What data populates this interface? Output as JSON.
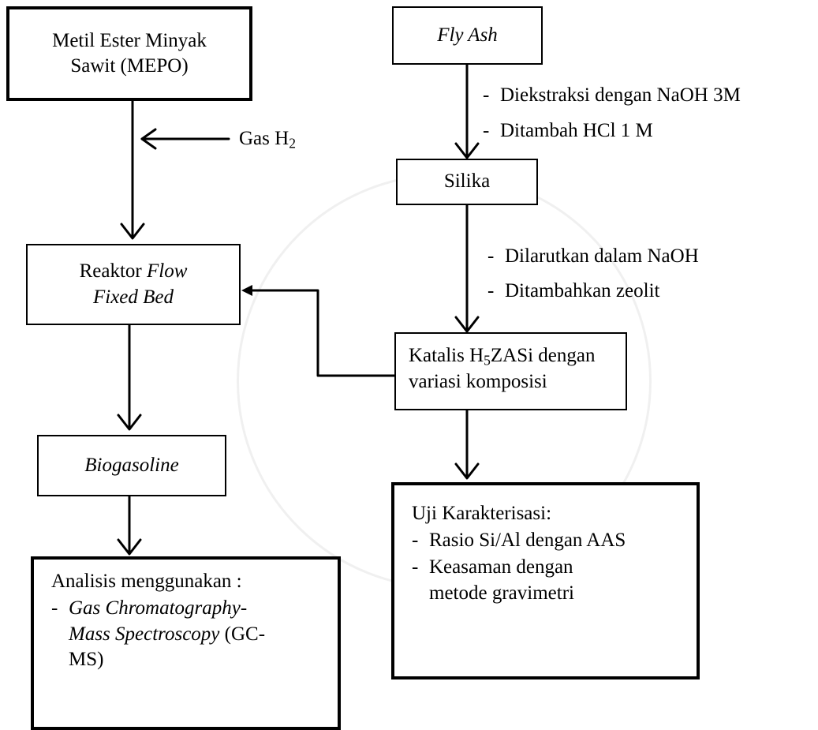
{
  "boxes": {
    "mepo": {
      "line1": "Metil Ester Minyak",
      "line2": "Sawit (MEPO)"
    },
    "flyash": {
      "label": "Fly Ash"
    },
    "silika": {
      "label": "Silika"
    },
    "reaktor": {
      "prefix": "Reaktor ",
      "flow": "Flow",
      "fixed_bed": "Fixed Bed"
    },
    "katalis": {
      "prefix": "Katalis H",
      "sub": "5",
      "suffix": "ZASi dengan",
      "line2": "variasi komposisi"
    },
    "biogasoline": {
      "label": "Biogasoline"
    },
    "analisis": {
      "title": "Analisis menggunakan :",
      "item_italic_1": "Gas Chromatography-",
      "item_italic_2": "Mass Spectroscopy",
      "item_rest_2": " (GC-",
      "item_line3": "MS)"
    },
    "uji": {
      "title": "Uji Karakterisasi:",
      "items": [
        "Rasio Si/Al dengan AAS",
        "Keasaman dengan",
        "metode gravimetri"
      ]
    }
  },
  "labels": {
    "gas_prefix": "Gas H",
    "gas_sub": "2",
    "flyash_steps": [
      "Diekstraksi dengan NaOH 3M",
      "Ditambah HCl 1 M"
    ],
    "silika_steps": [
      "Dilarutkan dalam NaOH",
      "Ditambahkan zeolit"
    ],
    "dash": "-"
  }
}
